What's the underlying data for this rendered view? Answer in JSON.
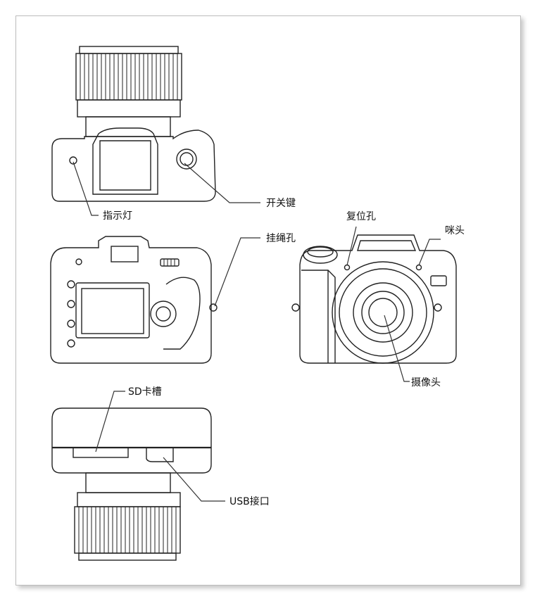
{
  "labels": {
    "indicator_light": "指示灯",
    "power_key": "开关键",
    "strap_hole": "挂绳孔",
    "reset_hole": "复位孔",
    "microphone": "咪头",
    "camera_lens": "摄像头",
    "sd_slot": "SD卡槽",
    "usb_port": "USB接口"
  },
  "colors": {
    "line": "#222222",
    "frame": "#bdbdbd"
  }
}
